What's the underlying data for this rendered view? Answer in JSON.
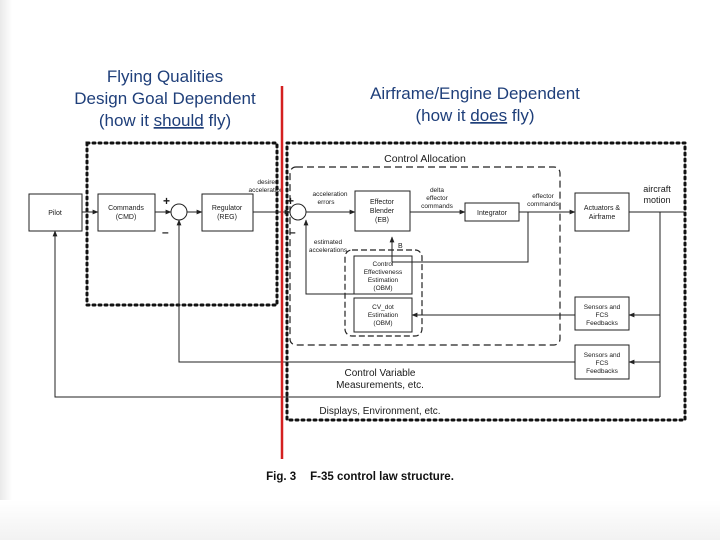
{
  "header_left": {
    "line1": "Flying Qualities",
    "line2": "Design Goal Dependent",
    "line3_pre": "(how it ",
    "line3_em": "should",
    "line3_post": " fly)"
  },
  "header_right": {
    "line1": "Airframe/Engine Dependent",
    "line2_pre": "(how it ",
    "line2_em": "does",
    "line2_post": " fly)"
  },
  "regions": {
    "control_allocation": "Control Allocation",
    "control_variable_1": "Control Variable",
    "control_variable_2": "Measurements, etc.",
    "displays": "Displays, Environment, etc."
  },
  "blocks": {
    "pilot": "Pilot",
    "commands_1": "Commands",
    "commands_2": "(CMD)",
    "regulator_1": "Regulator",
    "regulator_2": "(REG)",
    "effector_1": "Effector",
    "effector_2": "Blender",
    "effector_3": "(EB)",
    "integrator": "Integrator",
    "actuators_1": "Actuators &",
    "actuators_2": "Airframe",
    "cee_1": "Control",
    "cee_2": "Effectiveness",
    "cee_3": "Estimation",
    "cee_4": "(OBM)",
    "cvdot_1": "CV_dot",
    "cvdot_2": "Estimation",
    "cvdot_3": "(OBM)",
    "sensors1_1": "Sensors and",
    "sensors1_2": "FCS",
    "sensors1_3": "Feedbacks",
    "sensors2_1": "Sensors and",
    "sensors2_2": "FCS",
    "sensors2_3": "Feedbacks"
  },
  "signals": {
    "desired_1": "desired",
    "desired_2": "acceleration",
    "accel_err_1": "acceleration",
    "accel_err_2": "errors",
    "delta_1": "delta",
    "delta_2": "effector",
    "delta_3": "commands",
    "eff_cmd_1": "effector",
    "eff_cmd_2": "commands",
    "aircraft_1": "aircraft",
    "aircraft_2": "motion",
    "est_1": "estimated",
    "est_2": "accelerations",
    "b": "B",
    "plus": "+",
    "minus": "–"
  },
  "caption": {
    "fig": "Fig. 3",
    "text": "F-35 control law structure."
  },
  "colors": {
    "divider": "#d42020",
    "header_text": "#1f3f7a",
    "line": "#222222"
  }
}
